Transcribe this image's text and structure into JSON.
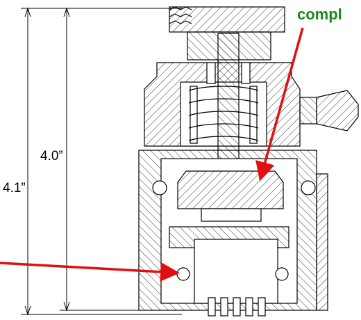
{
  "labels": {
    "dimension_inner": "4.0”",
    "dimension_outer": "4.1”",
    "callout": "compl"
  },
  "colors": {
    "callout_text": "#1a8a1a",
    "arrow": "#e01010",
    "line": "#000000"
  }
}
